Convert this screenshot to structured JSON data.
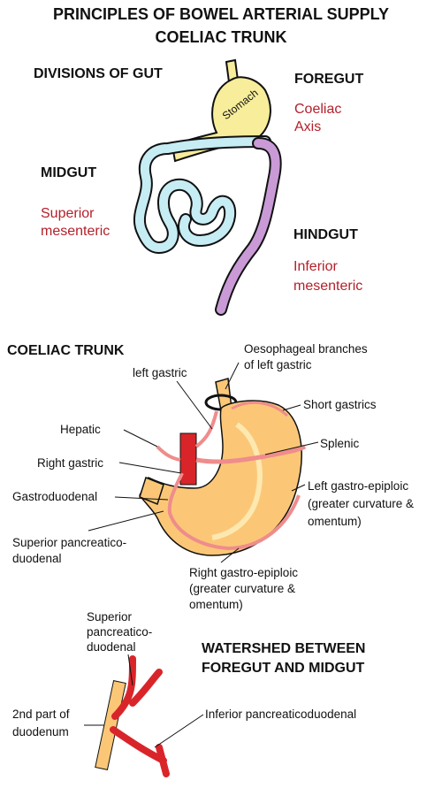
{
  "title_line1": "PRINCIPLES OF BOWEL ARTERIAL SUPPLY",
  "title_line2": "COELIAC TRUNK",
  "gut": {
    "divisions": "DIVISIONS OF GUT",
    "stomach": "Stomach",
    "foregut": "FOREGUT",
    "foregut_artery_1": "Coeliac",
    "foregut_artery_2": "Axis",
    "midgut": "MIDGUT",
    "midgut_artery_1": "Superior",
    "midgut_artery_2": "mesenteric",
    "hindgut": "HINDGUT",
    "hindgut_artery_1": "Inferior",
    "hindgut_artery_2": "mesenteric"
  },
  "coeliac": {
    "heading": "COELIAC TRUNK",
    "oesophageal_1": "Oesophageal branches",
    "oesophageal_2": "of left gastric",
    "left_gastric": "left gastric",
    "short_gastrics": "Short gastrics",
    "hepatic": "Hepatic",
    "splenic": "Splenic",
    "right_gastric": "Right gastric",
    "gastroduodenal": "Gastroduodenal",
    "left_ge_1": "Left gastro-epiploic",
    "left_ge_2": "(greater curvature &",
    "left_ge_3": "omentum)",
    "sup_pd_1": "Superior pancreatico-",
    "sup_pd_2": "duodenal",
    "right_ge_1": "Right gastro-epiploic",
    "right_ge_2": "(greater curvature &",
    "right_ge_3": "omentum)"
  },
  "watershed": {
    "sup_pd_1": "Superior",
    "sup_pd_2": "pancreatico-",
    "sup_pd_3": "duodenal",
    "heading_1": "WATERSHED BETWEEN",
    "heading_2": "FOREGUT AND MIDGUT",
    "duodenum_1": "2nd part of",
    "duodenum_2": "duodenum",
    "inf_pd": "Inferior pancreaticoduodenal"
  },
  "colors": {
    "foregut_yellow": "#f7ed9a",
    "midgut_blue": "#c6ecf4",
    "hindgut_purple": "#c99ad6",
    "artery_red": "#d9252a",
    "artery_pink": "#ef8c8c",
    "stomach_orange": "#fbc777",
    "label_red": "#b3202a"
  }
}
